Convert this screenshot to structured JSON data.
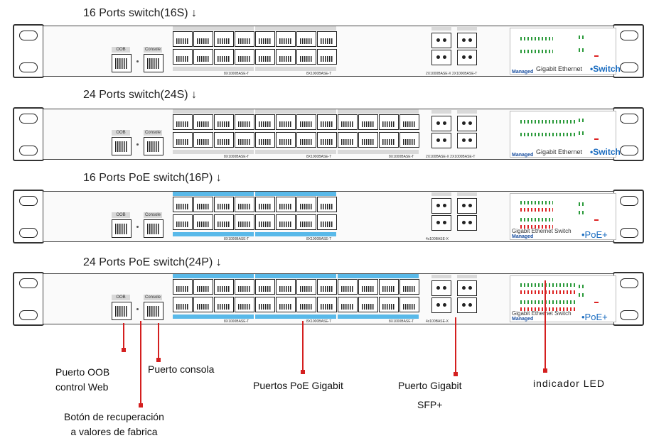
{
  "sections": [
    {
      "title": "16 Ports switch(16S)",
      "ports": 16,
      "poe": false,
      "sfp_caption": "2X1000BASE-X   2X1000BASE-T"
    },
    {
      "title": "24 Ports switch(24S)",
      "ports": 24,
      "poe": false,
      "sfp_caption": "2X100BASE-X   2X1000BASE-T"
    },
    {
      "title": "16 Ports PoE switch(16P)",
      "ports": 16,
      "poe": true,
      "sfp_caption": "4x100BASE-X"
    },
    {
      "title": "24 Ports PoE switch(24P)",
      "ports": 24,
      "poe": true,
      "sfp_caption": "4x100BASE-X"
    }
  ],
  "arrow": "↓",
  "labels": {
    "oob": "OOB",
    "console": "Console",
    "group_caption": "8X1000BASE-T"
  },
  "branding": {
    "gigabit_ethernet": "Gigabit Ethernet",
    "gigabit_ethernet_switch": "Gigabit Ethernet Switch",
    "managed": "Managed",
    "switch_word": "Switch",
    "poe_word": "PoE+"
  },
  "callouts": {
    "oob": "Puerto OOB\ncontrol Web",
    "console": "Puerto consola",
    "reset": "Botón de recuperación\na valores de fabrica",
    "poe_ports": "Puertos PoE Gigabit",
    "sfp": "Puerto Gigabit\nSFP+",
    "led": "indicador LED"
  },
  "colors": {
    "poe_strip": "#59b9e9",
    "callout_line": "#d41f1f",
    "led_green": "#2a9a3a",
    "led_red": "#d22222",
    "brand_blue": "#1a4fa0"
  }
}
